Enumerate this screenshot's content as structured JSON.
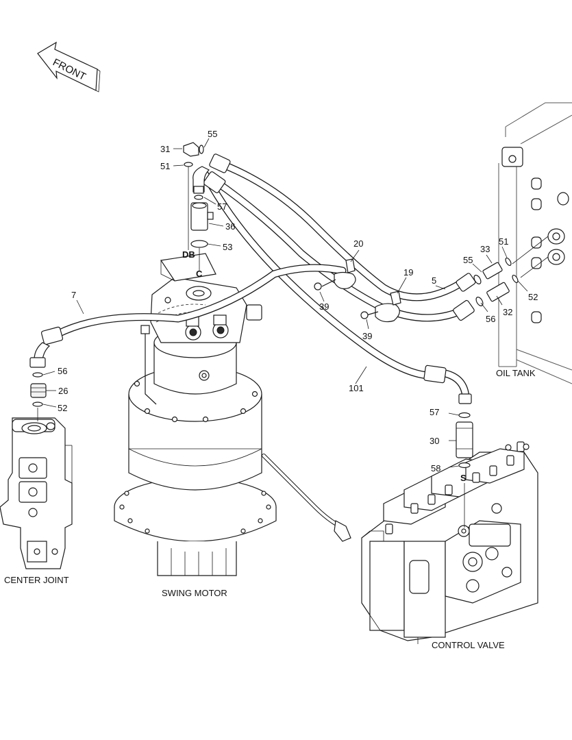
{
  "direction_label": "FRONT",
  "components": {
    "center_joint": "CENTER JOINT",
    "swing_motor": "SWING MOTOR",
    "control_valve": "CONTROL VALVE",
    "oil_tank": "OIL TANK"
  },
  "ports": {
    "db": "DB",
    "c": "C",
    "s": "S"
  },
  "callouts": {
    "c31": "31",
    "c51a": "51",
    "c55a": "55",
    "c57a": "57",
    "c36": "36",
    "c53": "53",
    "c20": "20",
    "c39a": "39",
    "c39b": "39",
    "c19": "19",
    "c5": "5",
    "c33": "33",
    "c51b": "51",
    "c55b": "55",
    "c56a": "56",
    "c32": "32",
    "c52a": "52",
    "c7": "7",
    "c56b": "56",
    "c26": "26",
    "c52b": "52",
    "c101": "101",
    "c57b": "57",
    "c30": "30",
    "c58": "58"
  }
}
